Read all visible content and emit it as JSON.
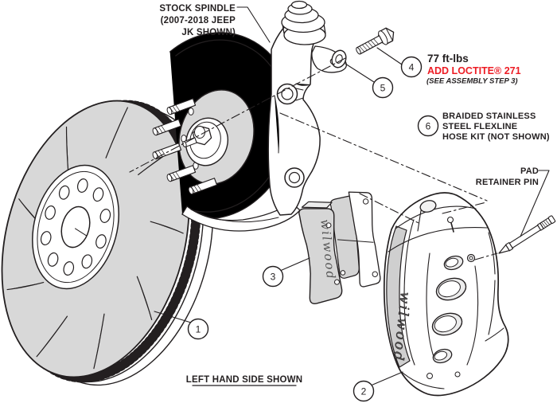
{
  "diagram": {
    "title_note": "LEFT HAND SIDE SHOWN",
    "brand_script": "wilwood",
    "labels": {
      "spindle_line1": "STOCK SPINDLE",
      "spindle_line2": "(2007-2018 JEEP",
      "spindle_line3": "JK SHOWN)",
      "torque": "77 ft-lbs",
      "loctite": "ADD LOCTITE® 271",
      "assembly_note": "(SEE ASSEMBLY STEP 3)",
      "hose_line1": "BRAIDED STAINLESS",
      "hose_line2": "STEEL FLEXLINE",
      "hose_line3": "HOSE KIT (NOT SHOWN)",
      "pin_line1": "PAD",
      "pin_line2": "RETAINER PIN"
    },
    "callouts": [
      {
        "number": "1"
      },
      {
        "number": "2"
      },
      {
        "number": "3"
      },
      {
        "number": "4"
      },
      {
        "number": "5"
      },
      {
        "number": "6"
      }
    ],
    "colors": {
      "line": "#231f20",
      "shade_light": "#d8d8d8",
      "shade_mid": "#cfcfcf",
      "accent_red": "#ed1c24",
      "background": "#ffffff"
    }
  }
}
